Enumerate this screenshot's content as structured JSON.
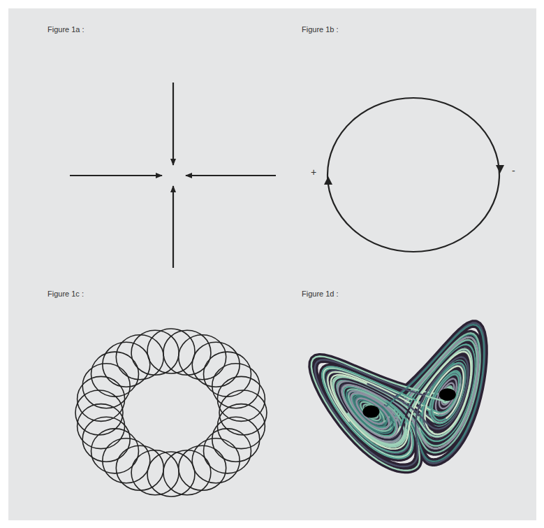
{
  "diagram": {
    "labels": [
      "Figure 1a :",
      "Figure 1b :",
      "Figure 1c :",
      "Figure 1d :",
      "+",
      "-"
    ]
  }
}
